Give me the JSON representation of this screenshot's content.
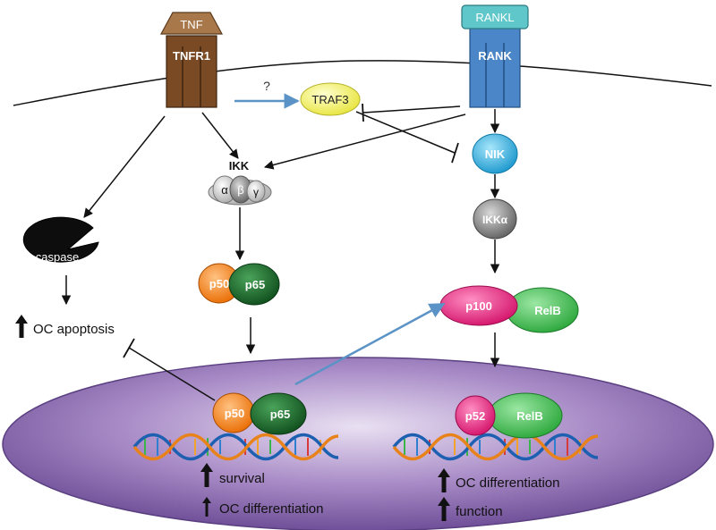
{
  "receptors": {
    "tnf": {
      "ligand": "TNF",
      "receptor": "TNFR1"
    },
    "rankl": {
      "ligand": "RANKL",
      "receptor": "RANK"
    }
  },
  "nodes": {
    "traf3": "TRAF3",
    "unknown": "?",
    "nik": "NIK",
    "ikk": "IKK",
    "ikk_alpha_sub": "α",
    "ikk_beta_sub": "β",
    "ikk_gamma_sub": "γ",
    "ikk_alpha": "IKKα",
    "caspase": "caspase",
    "p50": "p50",
    "p65": "p65",
    "p100": "p100",
    "relb": "RelB",
    "p50_nuc": "p50",
    "p65_nuc": "p65",
    "p52": "p52",
    "relb_nuc": "RelB"
  },
  "outcomes": {
    "apoptosis": "OC apoptosis",
    "survival": "survival",
    "oc_diff_left": "OC differentiation",
    "oc_diff_right": "OC differentiation",
    "function": "function"
  },
  "colors": {
    "tnfr_brown": "#7a4a24",
    "tnf_tan": "#a9784a",
    "rank_blue": "#4a86c8",
    "rankl_teal": "#5fc7c9",
    "traf3_yellow": "#f3f25e",
    "nik_cyan": "#2fb2e6",
    "ikk_gray": "#7d7d7d",
    "p50_orange": "#f27a10",
    "p65_green": "#1e6f2e",
    "p100_pink": "#e4237f",
    "relb_green": "#3fba4d",
    "nucleus_purple": "#8d6fb0",
    "blue_arrow": "#5b93c7"
  }
}
